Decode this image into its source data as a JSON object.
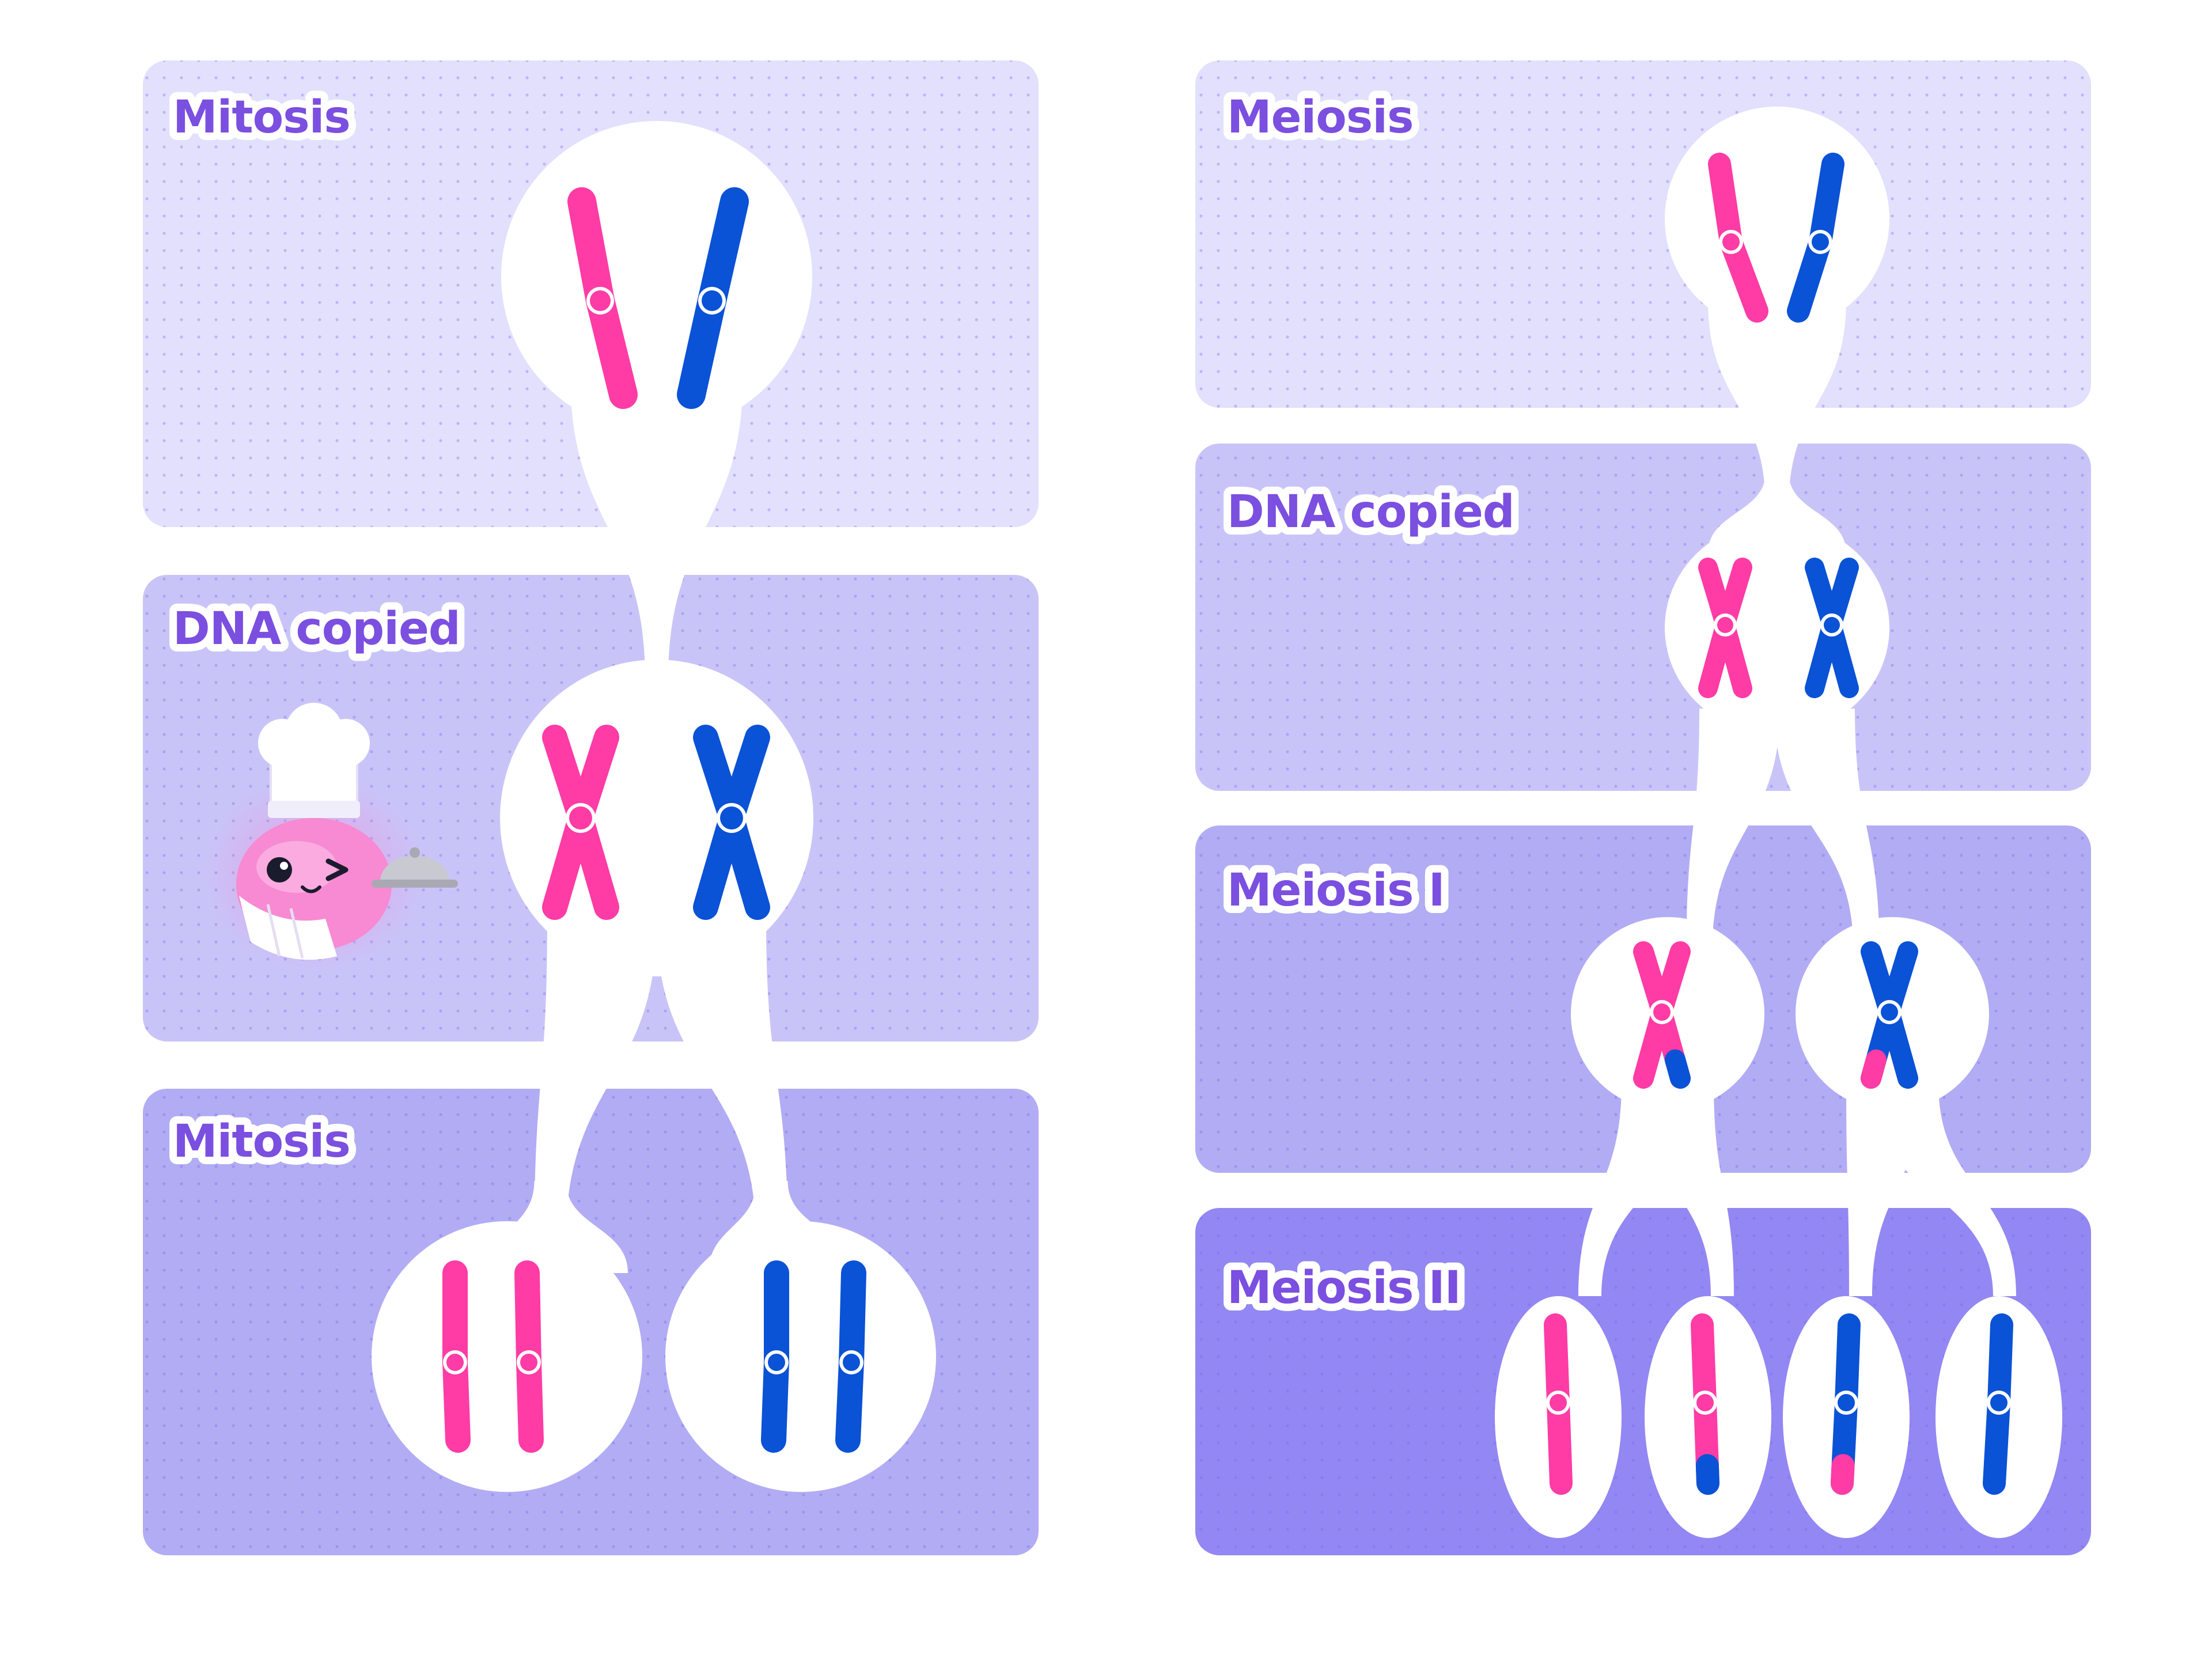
{
  "colors": {
    "pink": "#ff3ba6",
    "blue": "#0a52d6",
    "bubble": "#ffffff",
    "stage_1": "#e3e0fd",
    "stage_2": "#c9c4f8",
    "stage_3": "#b2acf4",
    "stage_4": "#9387f3",
    "label": "#7b4fe0"
  },
  "mitosis": {
    "stages": [
      {
        "label": "Mitosis"
      },
      {
        "label": "DNA copied"
      },
      {
        "label": "Mitosis"
      }
    ]
  },
  "meiosis": {
    "stages": [
      {
        "label": "Meiosis"
      },
      {
        "label": "DNA copied"
      },
      {
        "label": "Meiosis I"
      },
      {
        "label": "Meiosis II"
      }
    ]
  },
  "mascot": {
    "icon": "chef-mascot-icon"
  }
}
